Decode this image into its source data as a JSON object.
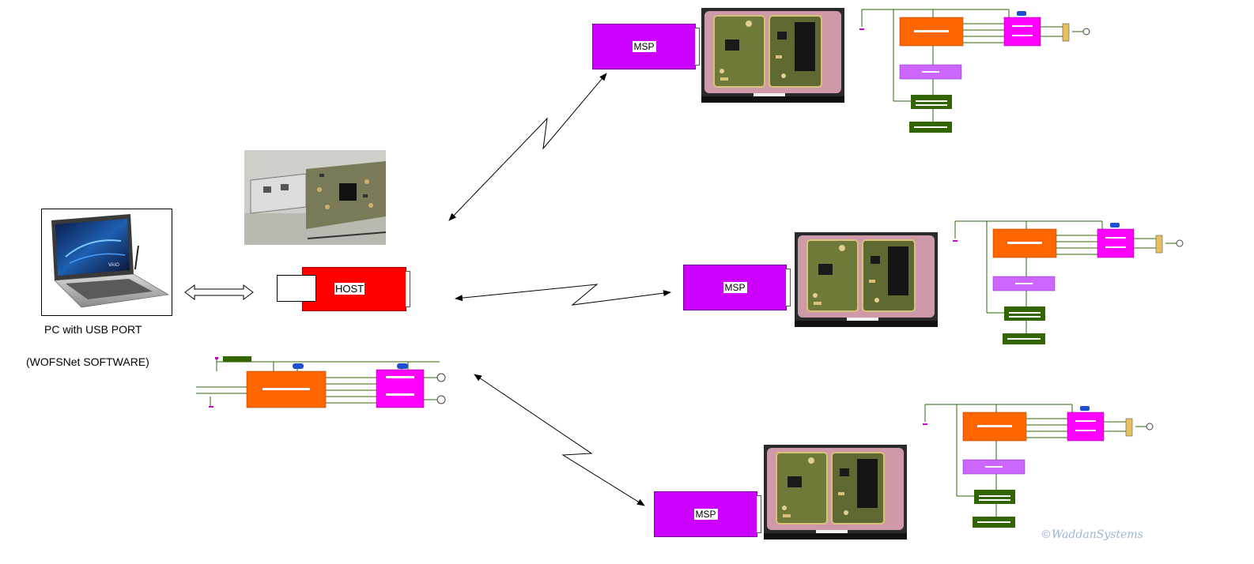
{
  "pc": {
    "caption_line1": "PC with USB PORT",
    "caption_line2": "(WOFSNet SOFTWARE)",
    "laptop_brand": "VAIO"
  },
  "host": {
    "label": "HOST"
  },
  "nodes": [
    {
      "label": "MSP"
    },
    {
      "label": "MSP"
    },
    {
      "label": "MSP"
    }
  ],
  "watermark": "©WaddanSystems",
  "colors": {
    "host": "#ff0000",
    "msp": "#cc00ff",
    "processor_block": "#ff6600",
    "radio_block": "#ff00ff",
    "power_block": "#cc66ff",
    "regulator_block": "#336600"
  },
  "icons": [
    "laptop-icon",
    "usb-dongle-photo",
    "board-photo",
    "double-arrow-icon",
    "wireless-link-icon",
    "schematic-icon"
  ]
}
